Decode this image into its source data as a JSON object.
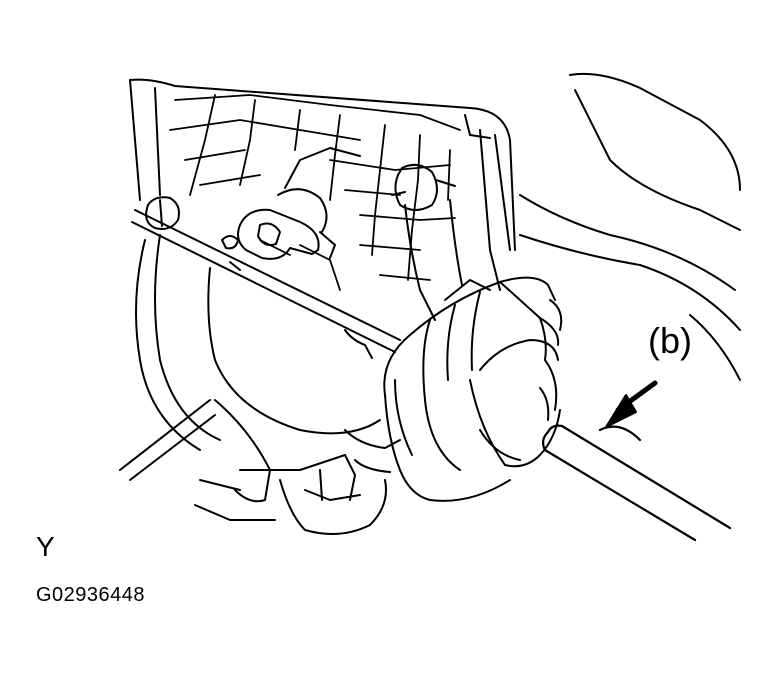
{
  "callout_label": "(b)",
  "view_label": "Y",
  "figure_code": "G02936448",
  "colors": {
    "ink": "#000000",
    "paper": "#ffffff"
  },
  "icons": [
    "arrow-icon"
  ]
}
